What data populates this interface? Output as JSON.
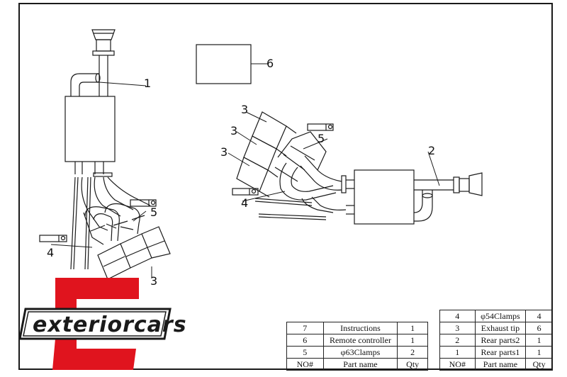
{
  "brand": {
    "logo_text": "exteriorcars",
    "logo_color": "#e0141e"
  },
  "callouts": {
    "c1": "1",
    "c2": "2",
    "c3a": "3",
    "c3b": "3",
    "c3c": "3",
    "c3d": "3",
    "c4a": "4",
    "c4b": "4",
    "c5a": "5",
    "c5b": "5",
    "c6": "6"
  },
  "parts_table_left": {
    "header": {
      "no": "NO#",
      "name": "Part name",
      "qty": "Qty"
    },
    "rows": [
      {
        "no": "7",
        "name": "Instructions",
        "qty": "1"
      },
      {
        "no": "6",
        "name": "Remote controller",
        "qty": "1"
      },
      {
        "no": "5",
        "name": "φ63Clamps",
        "qty": "2"
      }
    ]
  },
  "parts_table_right": {
    "header": {
      "no": "NO#",
      "name": "Part name",
      "qty": "Qty"
    },
    "rows": [
      {
        "no": "4",
        "name": "φ54Clamps",
        "qty": "4"
      },
      {
        "no": "3",
        "name": "Exhaust tip",
        "qty": "6"
      },
      {
        "no": "2",
        "name": "Rear parts2",
        "qty": "1"
      },
      {
        "no": "1",
        "name": "Rear parts1",
        "qty": "1"
      }
    ]
  }
}
